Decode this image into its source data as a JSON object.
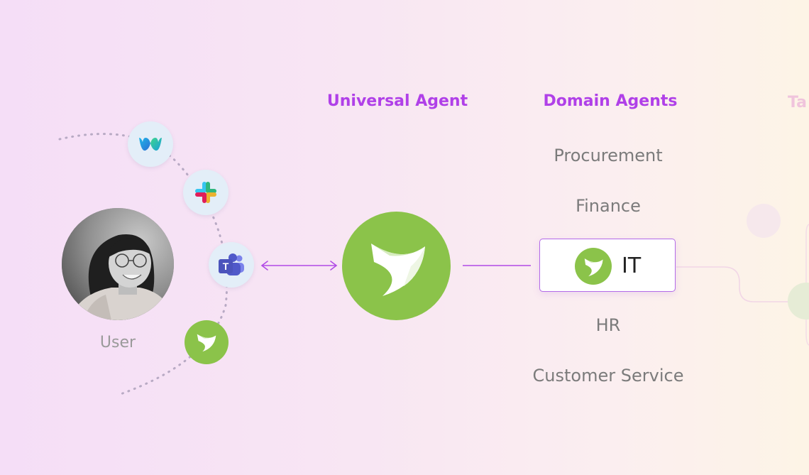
{
  "user": {
    "label": "User"
  },
  "headings": {
    "universal_agent": "Universal Agent",
    "domain_agents": "Domain Agents",
    "faded": "Ta"
  },
  "domain_agents": [
    "Procurement",
    "Finance",
    "HR",
    "Customer Service"
  ],
  "selected_agent": {
    "label": "IT"
  },
  "channels": [
    "webex-icon",
    "slack-icon",
    "teams-icon",
    "moveworks-icon"
  ],
  "colors": {
    "heading": "#b040e8",
    "brand_green": "#8bc34a",
    "connector": "#b14ae6",
    "selected_border": "#b46be8",
    "dots": "#b8aac4"
  }
}
